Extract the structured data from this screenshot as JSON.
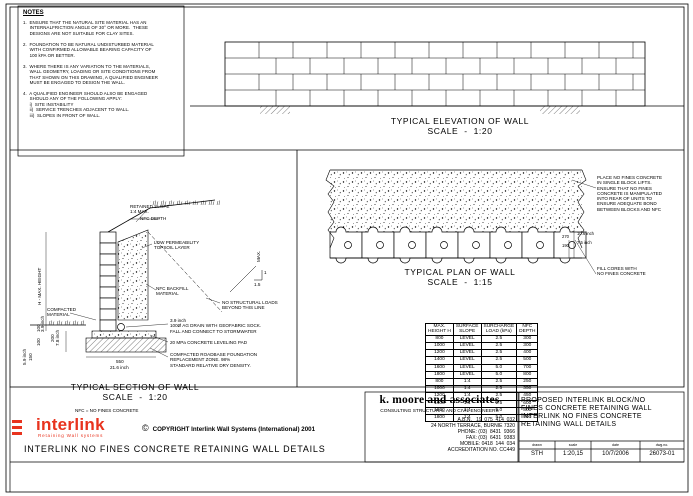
{
  "notes": {
    "title": "NOTES",
    "items": [
      "1.  ENSURE THAT THE NATURAL SITE MATERIAL HAS AN\n     INTERNALFRICTION ANGLE OF 30° OR MORE.  THESE\n     DESIGNS ARE NOT SUITABLE FOR CLAY SITES.",
      "2.  FOUNDATION TO BE NATURAL UNDISTURBED MATERIAL\n     WITH CONFIRMED ALLOWABLE BEARING CAPACITY OF\n     100 kPA OR BETTER.",
      "3.  WHERE THERE IS ANY VARIATION TO THE MATERIALS,\n     WALL GEOMETRY, LOADING OR SITE CONDITIONS FROM\n     THAT SHOWN ON THIS DRAWING, A QUALIFIED ENGINEER\n     MUST BE ENGAGED TO DESIGN THE WALL.",
      "4.  A QUALIFIED ENGINEER SHOULD ALSO BE ENGAGED\n     SHOULD ANY OF THE FOLLOWING APPLY:\n     i)  SITE INSTABILITY\n     ii)  SERVICE TRENCHES ADJACENT TO WALL.\n     iii)  SLOPES IN FRONT OF WALL."
    ]
  },
  "elevation": {
    "caption": "TYPICAL ELEVATION OF WALL\nSCALE  -  1:20"
  },
  "plan": {
    "caption": "TYPICAL PLAN OF WALL\nSCALE  -  1:15",
    "note_top": "PLACE NO FINES CONCRETE\nIN SINGLE BLOCK LIFTS.\nENSURE THAT NO FINES\nCONCRETE IS MANIPULATED\nINTO REAR OF UNITS TO\nENSURE ADEQUATE BOND\nBETWEEN BLOCKS AND NFC",
    "note_fill": "FILL CORES WITH\nNO FINES CONCRETE",
    "dim_270": "270",
    "dim_inch": "10.6 inch",
    "dim_190": "190",
    "dim_inch2": "7.5 inch"
  },
  "section": {
    "caption": "TYPICAL SECTION OF WALL\nSCALE  -  1:20",
    "nfc_note": "NFC = NO FINES CONCRETE",
    "labels": {
      "retained_slope": "RETAINED SLOPE\n1:4 MAX.",
      "nfc_depth": "NFC DEPTH",
      "low_perm": "LOW PERMEABILITY\nTOPSOIL LAYER",
      "nfc_backfill": "NFC BACKFILL\nMATERIAL",
      "no_loads": "NO STRUCTURAL LOADS\nBEYOND THIS LINE",
      "drain": "3.9 inch\n100Ø AG DRAIN WITH GEOFABRIC SOCK.\nFALL AND CONNECT TO STORMWATER",
      "leveling": "20 MPa CONCRETE LEVELING PAD",
      "compacted_found": "COMPACTED ROADBASE FOUNDATION\nREPLACEMENT ZONE. 98%\nSTANDARD RELATIVE DRY DENSITY.",
      "compacted_mat": "COMPACTED\nMATERIAL",
      "h_max": "H - MAX. HEIGHT",
      "slope_1": "1",
      "slope_max": "MAX.",
      "slope_15": "1.5",
      "dim_550": "550",
      "dim_216": "21.6 inch",
      "dim_150": "150",
      "dim_59": "5.9 inch",
      "dim_100": "100",
      "dim_39": "3.9 inch",
      "dim_100b": "100",
      "dim_200": "200",
      "dim_78": "7.8 inch"
    }
  },
  "height_table": {
    "headers": [
      "MAX.\nHEIGHT H",
      "SURFACE\nSLOPE",
      "SURCHARGE\nLOAD (kPa)",
      "NFC\nDEPTH"
    ],
    "rows": [
      [
        "800",
        "LEVEL",
        "2.5",
        "300"
      ],
      [
        "1000",
        "LEVEL",
        "2.5",
        "300"
      ],
      [
        "1200",
        "LEVEL",
        "2.5",
        "400"
      ],
      [
        "1400",
        "LEVEL",
        "2.5",
        "500"
      ],
      [
        "1600",
        "LEVEL",
        "5.0",
        "700"
      ],
      [
        "1800",
        "LEVEL",
        "5.0",
        "800"
      ],
      [
        "800",
        "1:4",
        "2.5",
        "250"
      ],
      [
        "1000",
        "1:4",
        "2.5",
        "350"
      ],
      [
        "1200",
        "1:4",
        "2.5",
        "450"
      ],
      [
        "1400",
        "1:4",
        "2.5",
        "600"
      ],
      [
        "1600",
        "1:4",
        "5.0",
        "800"
      ],
      [
        "1800",
        "1:4",
        "5.0",
        "900"
      ]
    ]
  },
  "company": {
    "name": "k. moore and associates",
    "subtitle": "CONSULTING STRUCTURAL AND CIVIL ENGINEERS",
    "address": "A.B.N.   19  075  414  032\n24 NORTH TERRACE, BURNIE 7320\nPHONE: (03)  8431  9366\nFAX: (03)  6431  9383\nMOBILE: 0418  144  034\nACCREDITATION NO. CC449"
  },
  "project": {
    "title": "PROPOSED INTERLINK BLOCK/NO\nFINES CONCRETE RETAINING WALL\nINTERLINK NO FINES CONCRETE\nRETAINING WALL DETAILS"
  },
  "title_block": {
    "fields": [
      {
        "label": "drawn",
        "value": "STH"
      },
      {
        "label": "scale",
        "value": "1:20,15"
      },
      {
        "label": "date",
        "value": "10/7/2006"
      },
      {
        "label": "dwg.no.",
        "value": "26073-01"
      }
    ]
  },
  "logo": {
    "text": "interlink",
    "tagline": "Retaining Wall systems"
  },
  "copyright": "COPYRIGHT  Interlink Wall Systems  (International) 2001",
  "copyright_symbol": "©",
  "drawing_title": "INTERLINK NO FINES CONCRETE RETAINING WALL DETAILS",
  "colors": {
    "line": "#000000",
    "logo": "#e8331e"
  }
}
